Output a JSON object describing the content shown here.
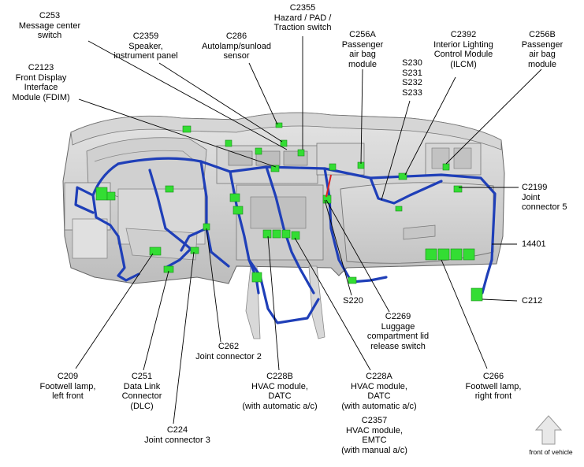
{
  "callouts": {
    "c253": [
      "C253",
      "Message center",
      "switch"
    ],
    "c2359": [
      "C2359",
      "Speaker,",
      "instrument panel"
    ],
    "c286": [
      "C286",
      "Autolamp/sunload",
      "sensor"
    ],
    "c2355": [
      "C2355",
      "Hazard / PAD /",
      "Traction switch"
    ],
    "c256a": [
      "C256A",
      "Passenger",
      "air bag",
      "module"
    ],
    "s230": [
      "S230",
      "S231",
      "S232",
      "S233"
    ],
    "c2392": [
      "C2392",
      "Interior Lighting",
      "Control Module",
      "(ILCM)"
    ],
    "c256b": [
      "C256B",
      "Passenger",
      "air bag",
      "module"
    ],
    "c2123": [
      "C2123",
      "Front Display",
      "Interface",
      "Module (FDIM)"
    ],
    "c2199": [
      "C2199",
      "Joint",
      "connector 5"
    ],
    "n14401": [
      "14401"
    ],
    "c212": [
      "C212"
    ],
    "s220": [
      "S220"
    ],
    "c2269": [
      "C2269",
      "Luggage",
      "compartment lid",
      "release switch"
    ],
    "c262": [
      "C262",
      "Joint connector 2"
    ],
    "c209": [
      "C209",
      "Footwell lamp,",
      "left front"
    ],
    "c251": [
      "C251",
      "Data Link",
      "Connector",
      "(DLC)"
    ],
    "c228b": [
      "C228B",
      "HVAC module,",
      "DATC",
      "(with automatic a/c)"
    ],
    "c228a": [
      "C228A",
      "HVAC module,",
      "DATC",
      "(with automatic a/c)"
    ],
    "c2357": [
      "C2357",
      "HVAC module,",
      "EMTC",
      "(with manual a/c)"
    ],
    "c266": [
      "C266",
      "Footwell lamp,",
      "right front"
    ],
    "c224": [
      "C224",
      "Joint connector 3"
    ]
  },
  "front_arrow": {
    "label": "front of vehicle",
    "icon": "up-arrow-icon"
  },
  "colors": {
    "harness": "#1f3fb8",
    "connector": "#33dd33",
    "panel": "#c9c9c9",
    "leader": "#000000"
  }
}
